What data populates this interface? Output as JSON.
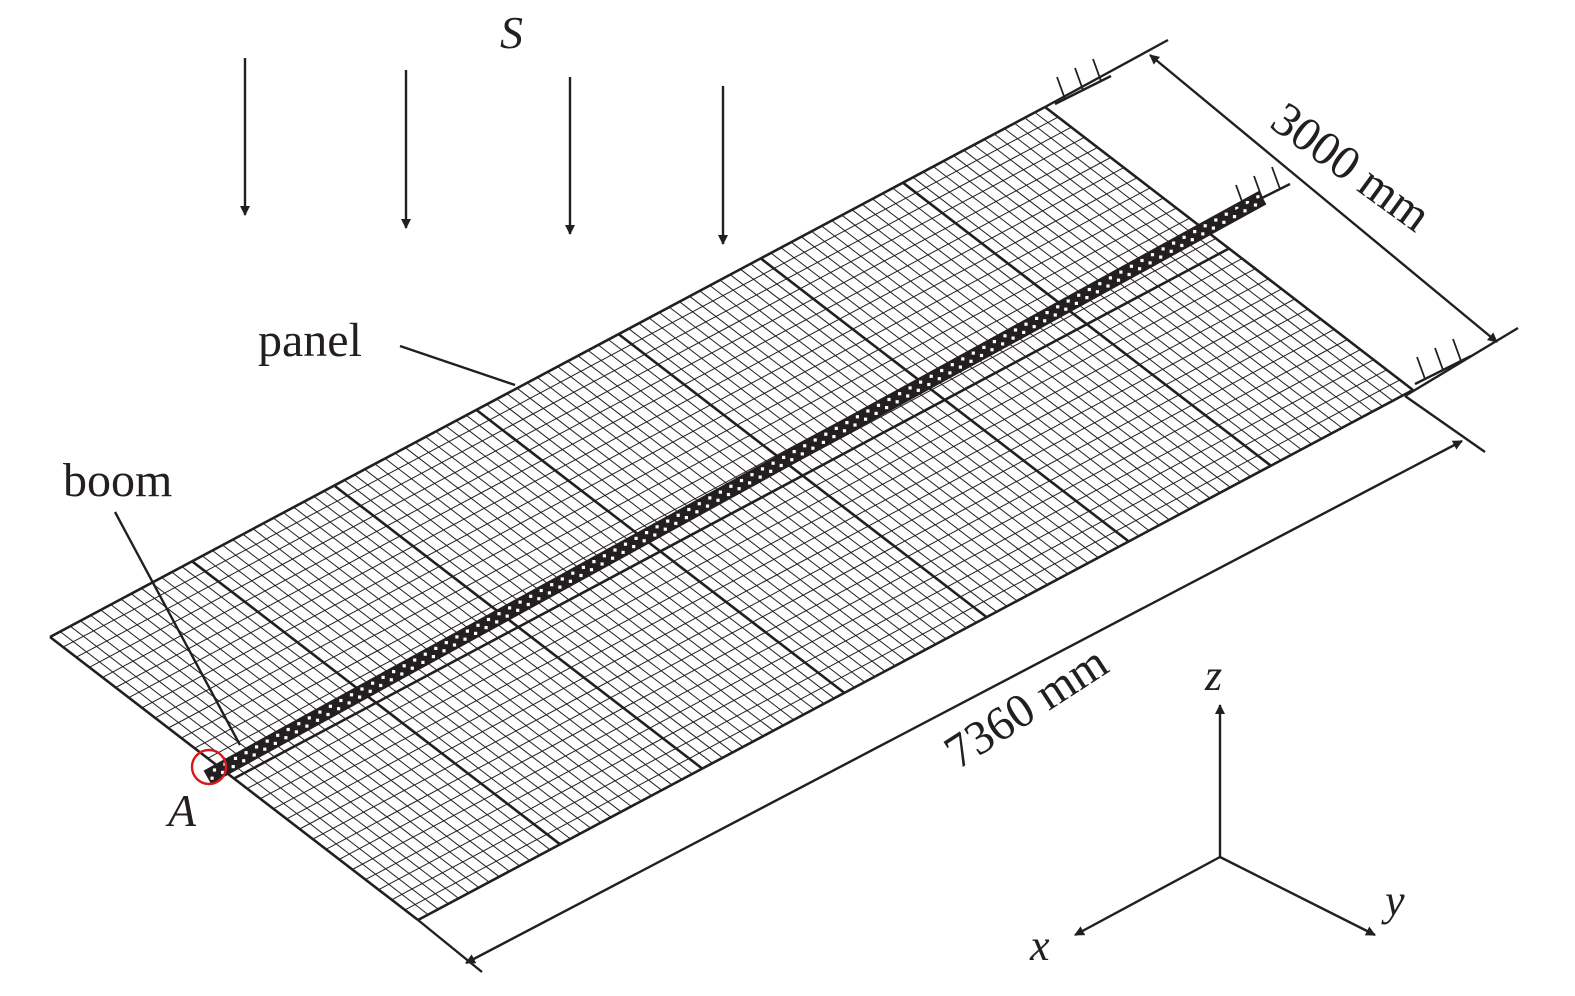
{
  "labels": {
    "load": "S",
    "panel": "panel",
    "boom": "boom",
    "point": "A",
    "width_dim": "3000 mm",
    "length_dim": "7360 mm",
    "axis_x": "x",
    "axis_y": "y",
    "axis_z": "z"
  },
  "mesh": {
    "panel_count": 7,
    "panel_rows": 2,
    "fine_cells_per_panel_long": 14,
    "fine_cells_per_panel_short": 14
  },
  "load_arrow_count": 4,
  "marker_color": "#d7191c",
  "line_color": "#231f20"
}
